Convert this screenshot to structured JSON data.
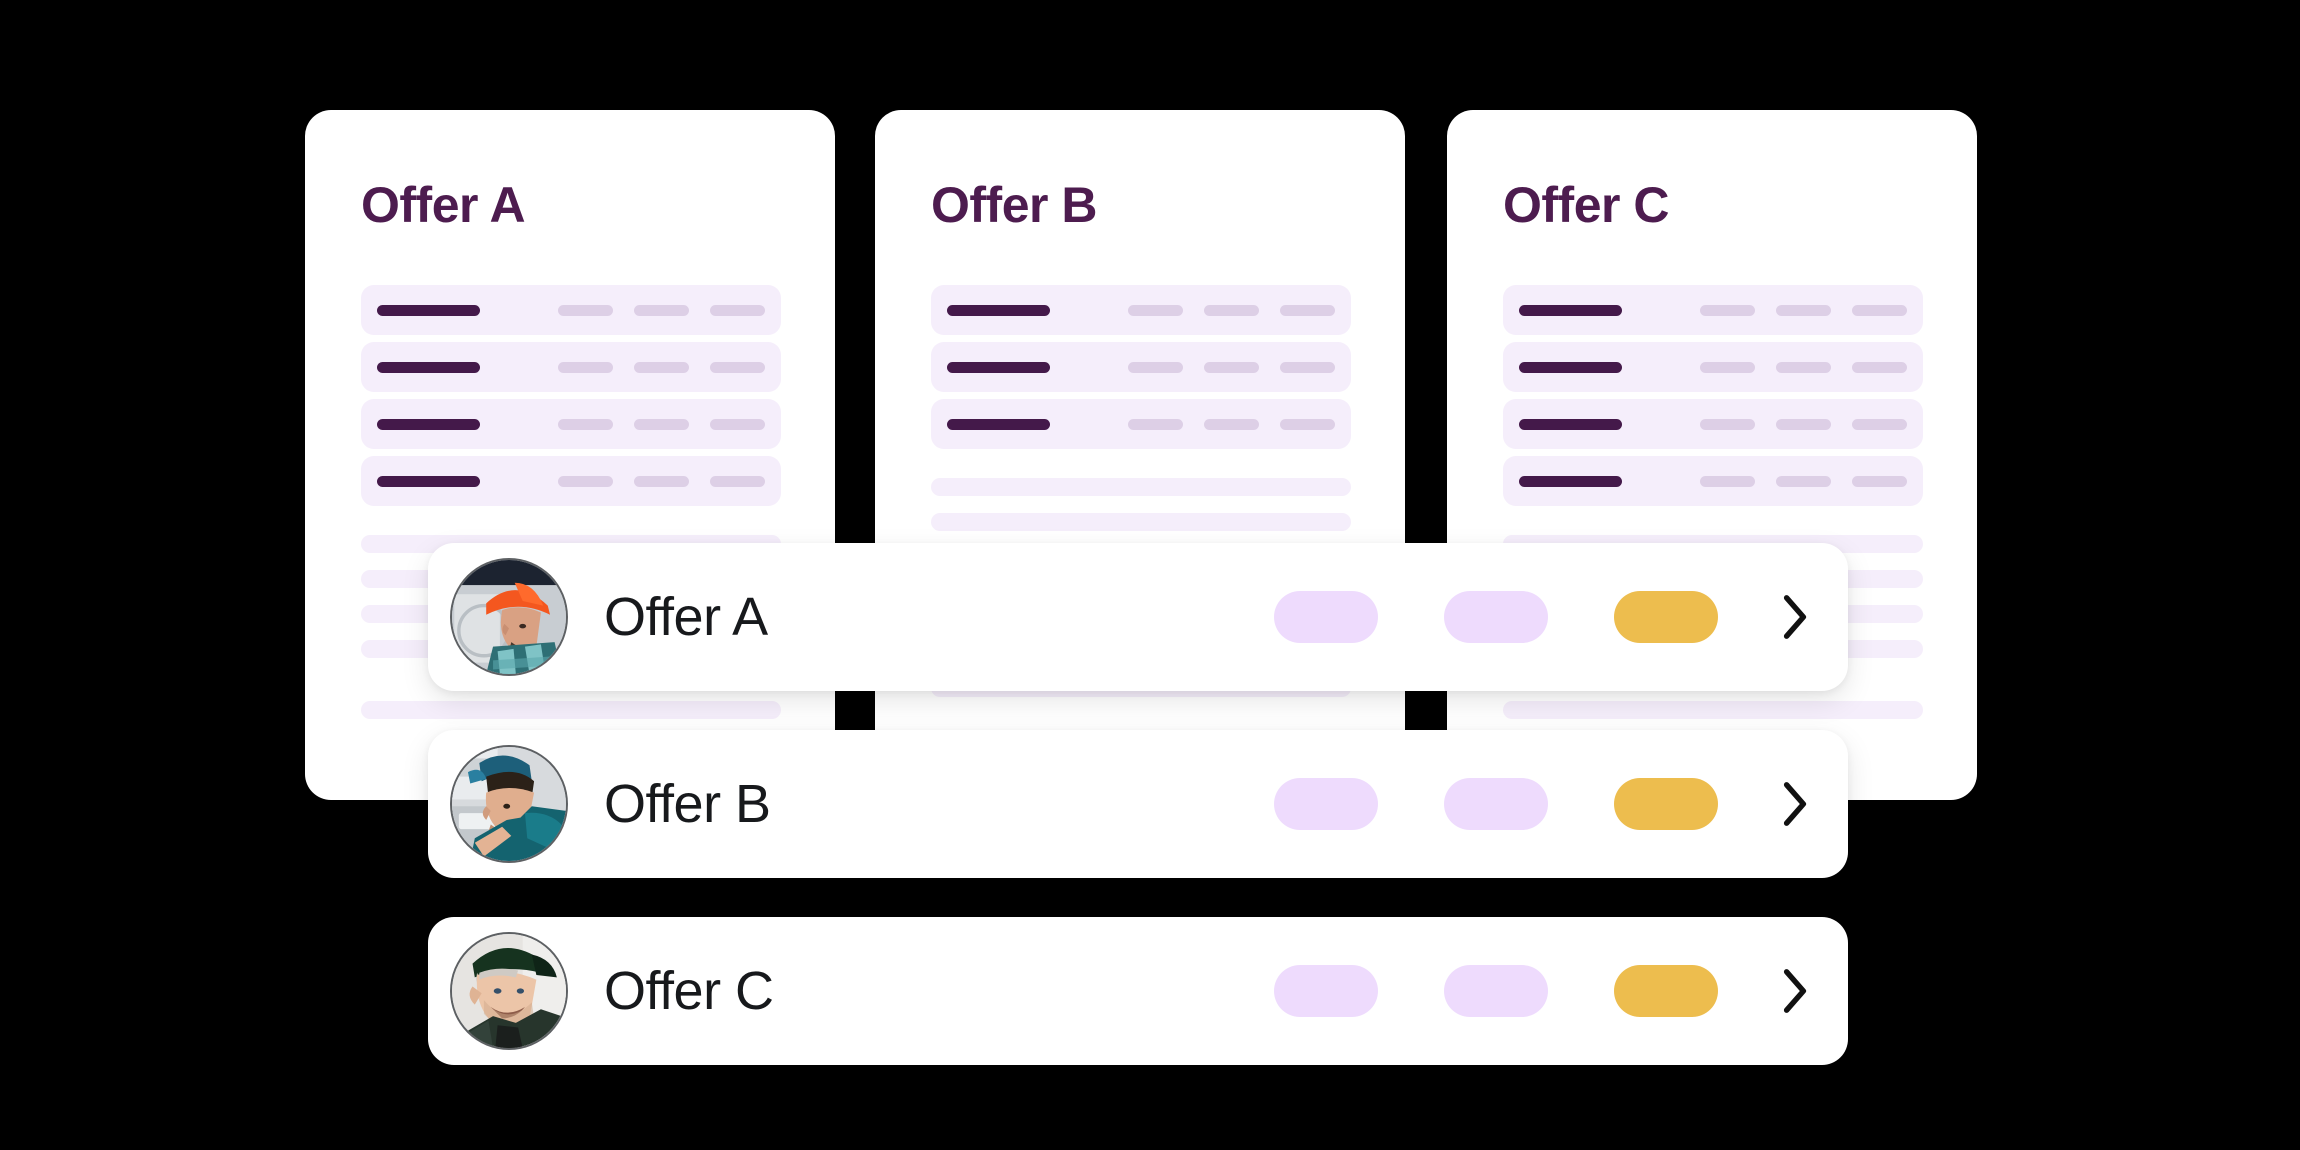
{
  "theme": {
    "background": "#000000",
    "card_bg": "#ffffff",
    "title_color": "#4d1c4f",
    "row_highlight_bg": "#f5eefb",
    "dark_bar": "#44194a",
    "light_bar": "#ddcfe6",
    "pill_lavender": "#eedbfd",
    "pill_gold": "#edbd4e",
    "label_color": "#17191c"
  },
  "background_cards": [
    {
      "id": "card-a",
      "title": "Offer A",
      "highlight_rows": 4,
      "skeleton_bars": 4,
      "trailing_skeleton_bars": 1
    },
    {
      "id": "card-b",
      "title": "Offer B",
      "highlight_rows": 3,
      "skeleton_bars": 4,
      "trailing_skeleton_bars": 1
    },
    {
      "id": "card-c",
      "title": "Offer C",
      "highlight_rows": 4,
      "skeleton_bars": 4,
      "trailing_skeleton_bars": 1
    }
  ],
  "overlay_rows": [
    {
      "id": "row-a",
      "label": "Offer A",
      "avatar": "worker-orange-hardhat-avatar",
      "pills": [
        "lavender",
        "lavender",
        "gold"
      ],
      "chevron": "chevron-right-icon"
    },
    {
      "id": "row-b",
      "label": "Offer B",
      "avatar": "worker-blue-cap-avatar",
      "pills": [
        "lavender",
        "lavender",
        "gold"
      ],
      "chevron": "chevron-right-icon"
    },
    {
      "id": "row-c",
      "label": "Offer C",
      "avatar": "worker-green-cap-avatar",
      "pills": [
        "lavender",
        "lavender",
        "gold"
      ],
      "chevron": "chevron-right-icon"
    }
  ]
}
